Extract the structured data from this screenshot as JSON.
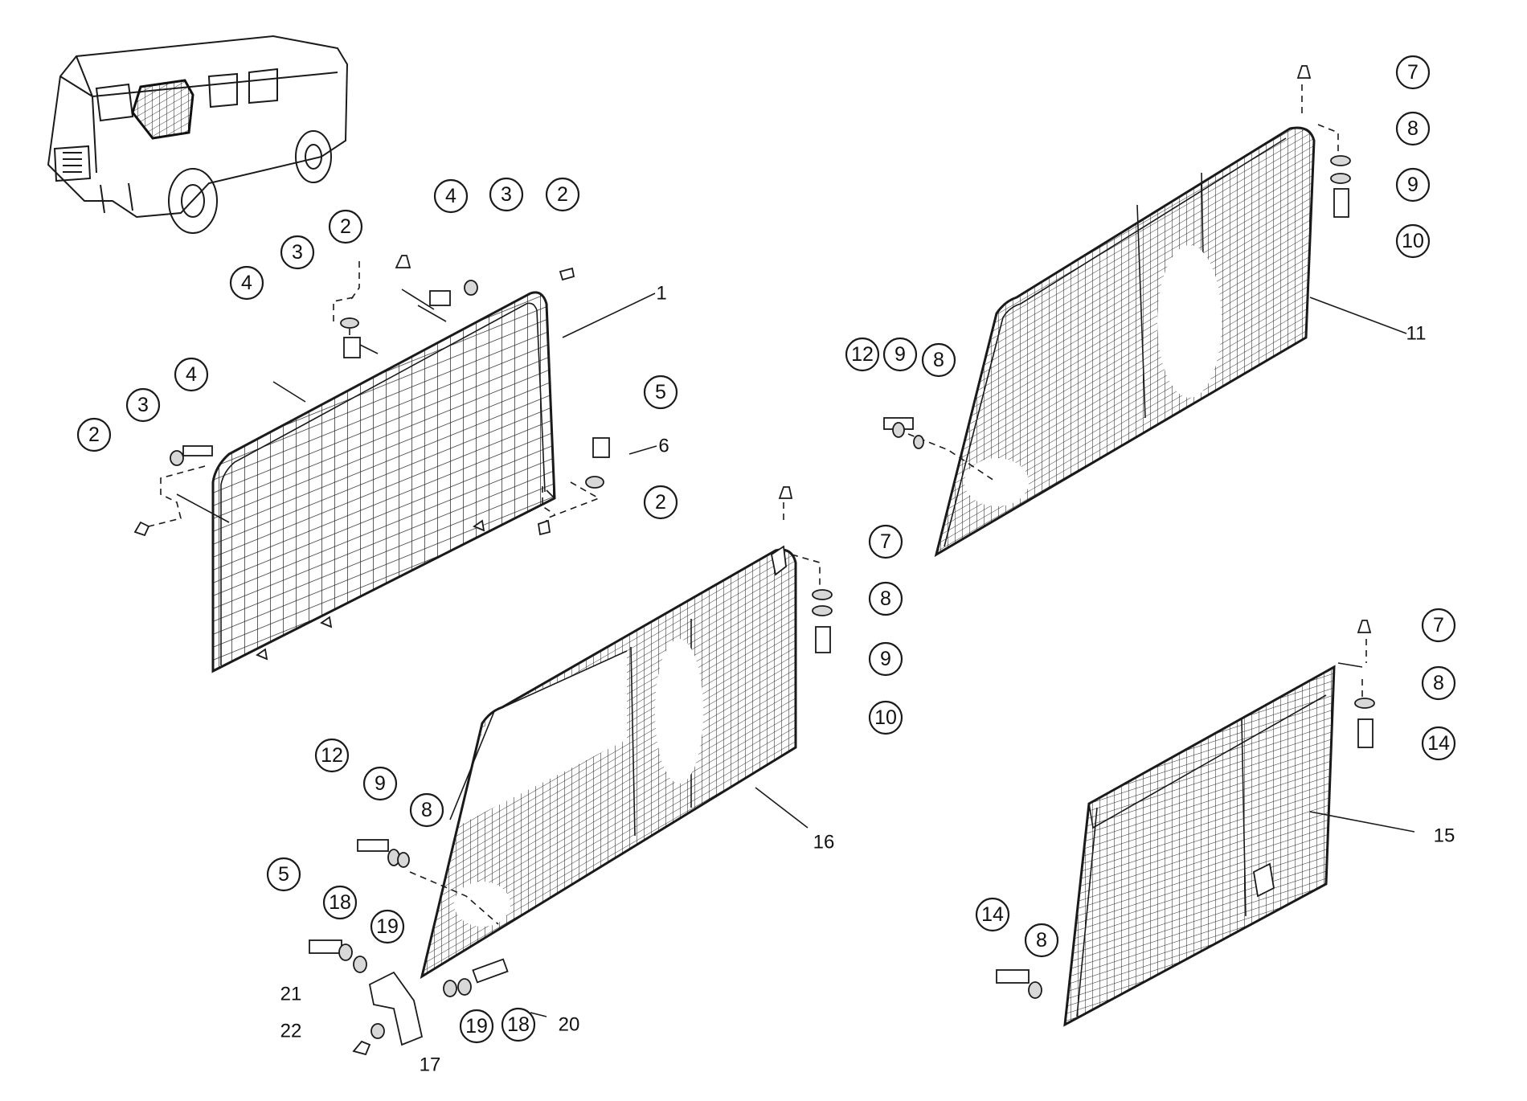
{
  "callouts": [
    {
      "id": "c2a",
      "label": "2"
    },
    {
      "id": "c3a",
      "label": "3"
    },
    {
      "id": "c4a",
      "label": "4"
    },
    {
      "id": "c2b",
      "label": "2"
    },
    {
      "id": "c3b",
      "label": "3"
    },
    {
      "id": "c4b",
      "label": "4"
    },
    {
      "id": "c4c",
      "label": "4"
    },
    {
      "id": "c3c",
      "label": "3"
    },
    {
      "id": "c2c",
      "label": "2"
    },
    {
      "id": "c2d",
      "label": "2"
    },
    {
      "id": "c5a",
      "label": "5"
    },
    {
      "id": "c2e",
      "label": "2"
    },
    {
      "id": "c7a",
      "label": "7"
    },
    {
      "id": "c8a",
      "label": "8"
    },
    {
      "id": "c9a",
      "label": "9"
    },
    {
      "id": "c10a",
      "label": "10"
    },
    {
      "id": "c12a",
      "label": "12"
    },
    {
      "id": "c9b",
      "label": "9"
    },
    {
      "id": "c8b",
      "label": "8"
    },
    {
      "id": "c7b",
      "label": "7"
    },
    {
      "id": "c8c",
      "label": "8"
    },
    {
      "id": "c9c",
      "label": "9"
    },
    {
      "id": "c10b",
      "label": "10"
    },
    {
      "id": "c12b",
      "label": "12"
    },
    {
      "id": "c9d",
      "label": "9"
    },
    {
      "id": "c8d",
      "label": "8"
    },
    {
      "id": "c5b",
      "label": "5"
    },
    {
      "id": "c18a",
      "label": "18"
    },
    {
      "id": "c19a",
      "label": "19"
    },
    {
      "id": "c19b",
      "label": "19"
    },
    {
      "id": "c18b",
      "label": "18"
    },
    {
      "id": "c7c",
      "label": "7"
    },
    {
      "id": "c8e",
      "label": "8"
    },
    {
      "id": "c14a",
      "label": "14"
    },
    {
      "id": "c14b",
      "label": "14"
    },
    {
      "id": "c8f",
      "label": "8"
    }
  ],
  "plain_labels": [
    {
      "id": "l1",
      "label": "1"
    },
    {
      "id": "l6",
      "label": "6"
    },
    {
      "id": "l11",
      "label": "11"
    },
    {
      "id": "l16",
      "label": "16"
    },
    {
      "id": "l15",
      "label": "15"
    },
    {
      "id": "l20",
      "label": "20"
    },
    {
      "id": "l21",
      "label": "21"
    },
    {
      "id": "l22",
      "label": "22"
    },
    {
      "id": "l17",
      "label": "17"
    }
  ],
  "icons": {
    "vehicle": "vehicle-overview-icon",
    "grille": "mesh-grille-icon"
  }
}
